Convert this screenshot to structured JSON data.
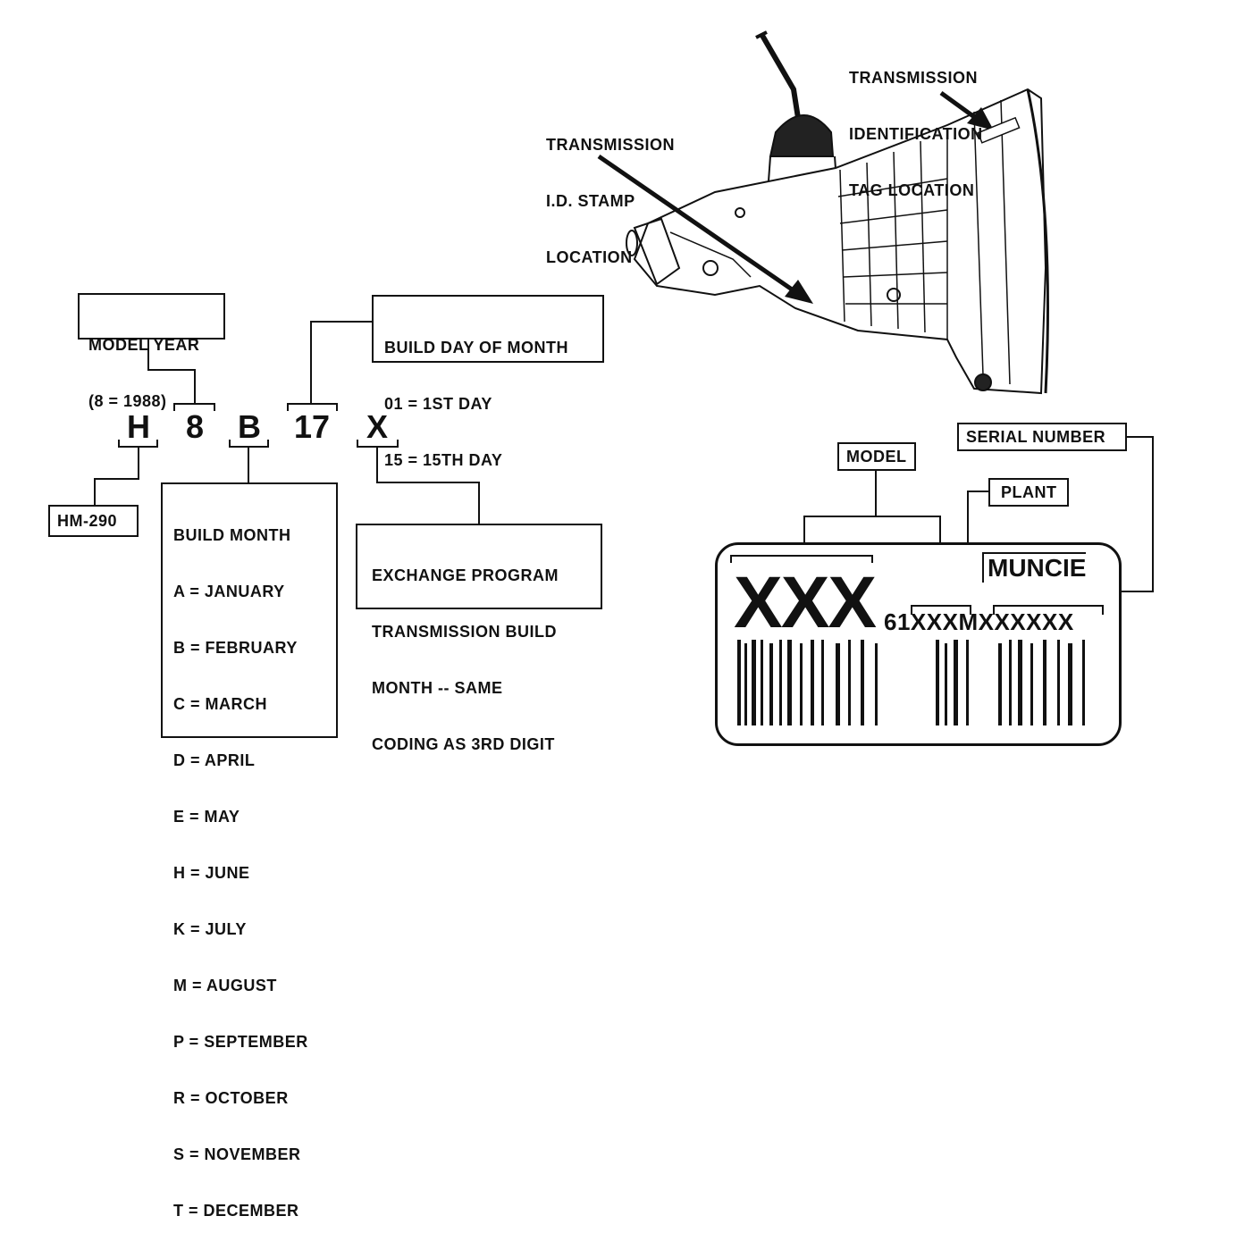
{
  "code": {
    "chars": [
      "H",
      "8",
      "B",
      "17",
      "X"
    ]
  },
  "callouts": {
    "model_year": {
      "lines": [
        "MODEL YEAR",
        "(8 = 1988)"
      ]
    },
    "build_day": {
      "lines": [
        "BUILD DAY OF MONTH",
        "01 = 1ST DAY",
        "15 = 15TH DAY"
      ]
    },
    "model_id": {
      "text": "HM-290"
    },
    "build_month": {
      "lines": [
        "BUILD MONTH",
        "A = JANUARY",
        "B = FEBRUARY",
        "C = MARCH",
        "D = APRIL",
        "E = MAY",
        "H = JUNE",
        "K = JULY",
        "M = AUGUST",
        "P = SEPTEMBER",
        "R = OCTOBER",
        "S = NOVEMBER",
        "T = DECEMBER"
      ]
    },
    "exchange": {
      "lines": [
        "EXCHANGE PROGRAM",
        "TRANSMISSION BUILD",
        "MONTH -- SAME",
        "CODING AS 3RD DIGIT"
      ]
    }
  },
  "transmission": {
    "stamp_label": [
      "TRANSMISSION",
      "I.D. STAMP",
      "LOCATION"
    ],
    "tag_label": [
      "TRANSMISSION",
      "IDENTIFICATION",
      "TAG LOCATION"
    ]
  },
  "tag": {
    "model_label": "MODEL",
    "serial_label": "SERIAL NUMBER",
    "plant_label": "PLANT",
    "plant_value": "MUNCIE",
    "model_value": "XXX",
    "serial_value": "61XXXMXXXXXX"
  }
}
